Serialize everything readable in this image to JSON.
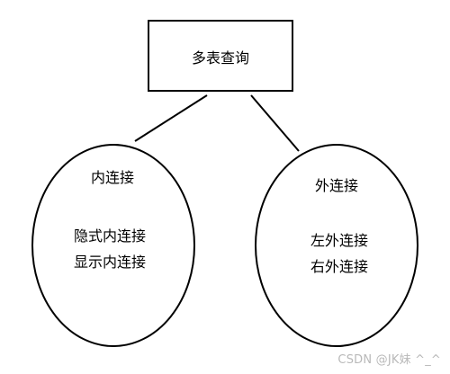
{
  "diagram": {
    "root": {
      "label": "多表查询"
    },
    "left": {
      "title": "内连接",
      "items": [
        "隐式内连接",
        "显示内连接"
      ]
    },
    "right": {
      "title": "外连接",
      "items": [
        "左外连接",
        "右外连接"
      ]
    }
  },
  "watermark": "CSDN @JK妹  ^_^"
}
